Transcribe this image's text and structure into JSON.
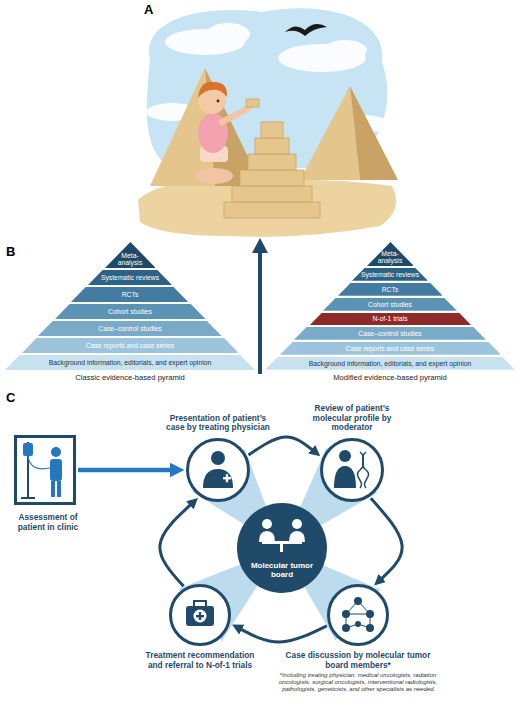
{
  "diagram": {
    "nodes": [
      {
        "text": [
          "Meta-analysis"
        ]
      },
      {
        "text": [
          "Systematic reviews"
        ]
      },
      {
        "text": [
          "RCTs"
        ]
      },
      {
        "text": [
          "Cohort studies"
        ]
      },
      {
        "text": [
          "Case–control studies"
        ]
      },
      {
        "text": [
          "Case reports and case series"
        ]
      },
      {
        "text": [
          "Background information, editorials, and expert opinion"
        ]
      },
      {
        "text": [
          "Meta-analysis"
        ]
      },
      {
        "text": [
          "Systematic reviews"
        ]
      },
      {
        "text": [
          "RCTs"
        ]
      },
      {
        "text": [
          "Cohort studies"
        ]
      },
      {
        "text": [
          "N-of-1 trials"
        ]
      },
      {
        "text": [
          "Case–control studies"
        ]
      },
      {
        "text": [
          "Case reports and case series"
        ]
      },
      {
        "text": [
          "Background information, editorials, and expert opinion"
        ]
      },
      {
        "text": [
          "Assessment of patient in clinic"
        ]
      },
      {
        "text": [
          "Presentation of patient’s case by treating physician"
        ]
      },
      {
        "text": [
          "Review of patient’s molecular profile by moderator"
        ]
      },
      {
        "text": [
          "Molecular tumor board"
        ]
      },
      {
        "text": [
          "Case discussion by molecular tumor board members*",
          "*Including treating physician, medical oncologists, radiation oncologists, surgical oncologists, interventional radiologists, pathologists, geneticists, and other specialists as needed"
        ]
      },
      {
        "text": [
          "Treatment recommendation and referral to N-of-1 trials"
        ]
      }
    ],
    "edges": [
      {
        "from": 15,
        "to": 16,
        "arrow": "to"
      },
      {
        "from": 16,
        "to": 17,
        "arrow": "to"
      },
      {
        "from": 17,
        "to": 19,
        "arrow": "to"
      },
      {
        "from": 19,
        "to": 20,
        "arrow": "to"
      },
      {
        "from": 20,
        "to": 16,
        "arrow": "to"
      }
    ],
    "labels": [
      "A",
      "B",
      "C",
      "Classic evidence-based pyramid",
      "Modified evidence-based pyramid"
    ]
  }
}
